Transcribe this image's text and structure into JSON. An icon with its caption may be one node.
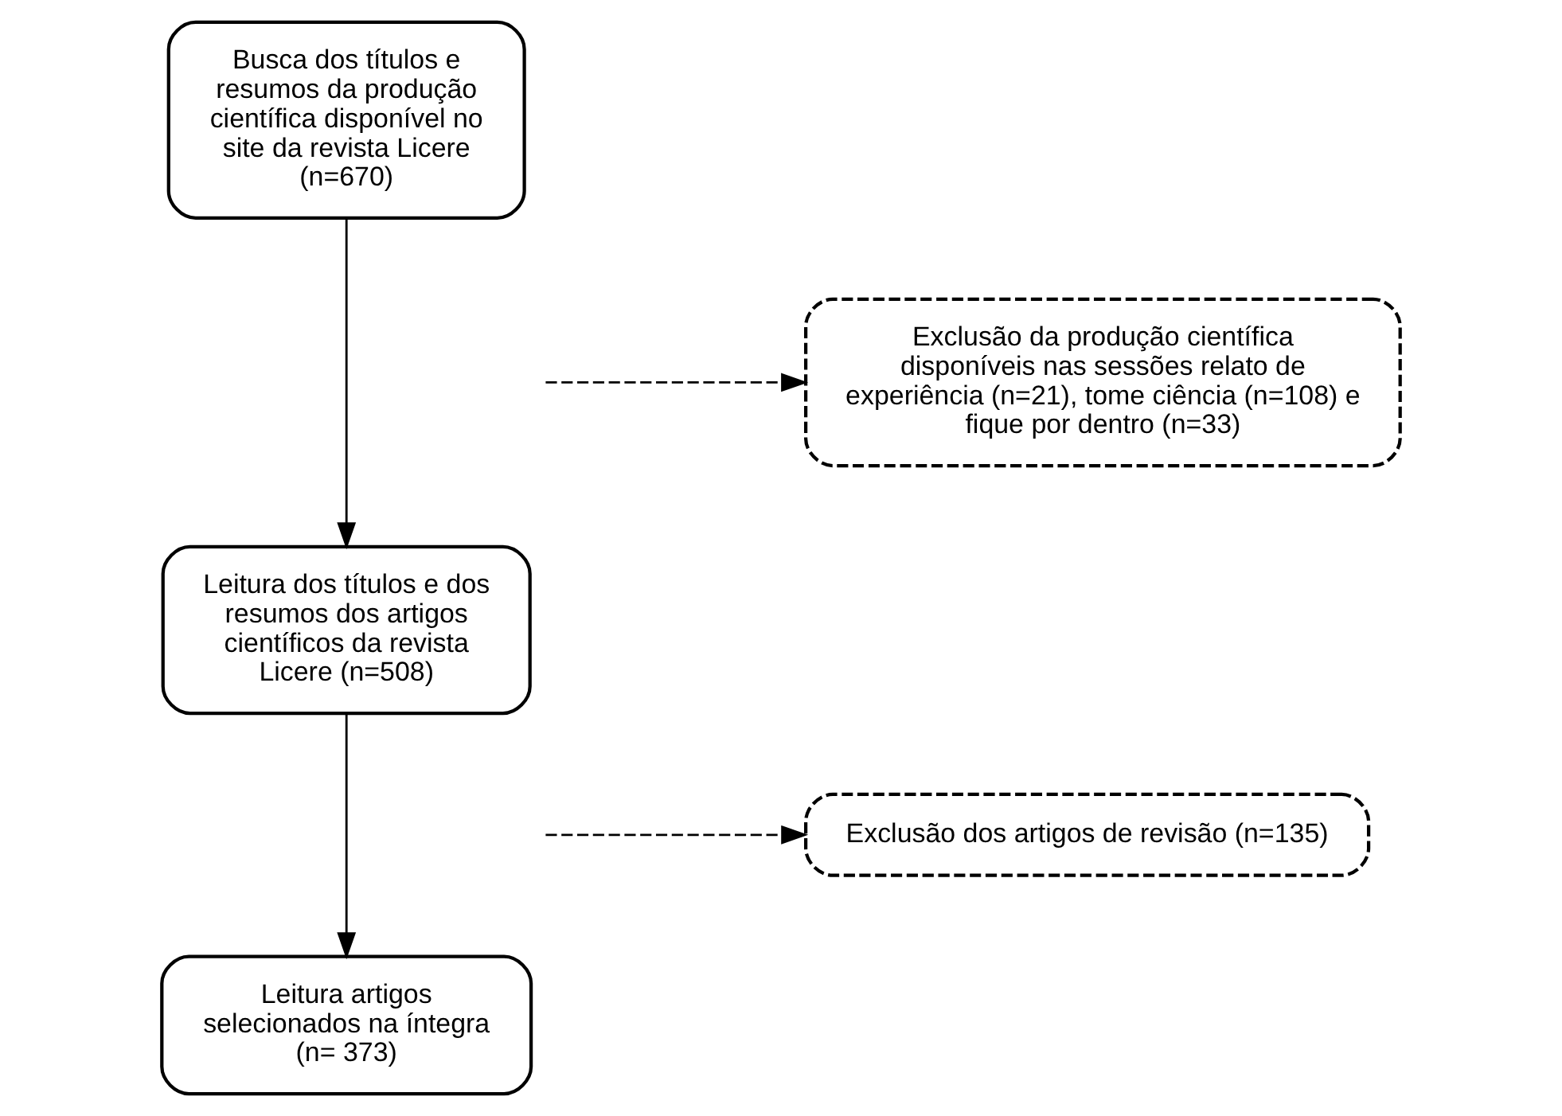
{
  "diagram": {
    "nodes": [
      {
        "text": [
          "Busca dos títulos e resumos da produção científica disponível no site da revista Licere (n=670)"
        ]
      },
      {
        "text": [
          "Exclusão da produção científica disponíveis nas sessões relato de experiência (n=21), tome ciência (n=108) e fique por dentro (n=33)"
        ]
      },
      {
        "text": [
          "Leitura dos títulos e dos resumos dos artigos científicos da revista Licere (n=508)"
        ]
      },
      {
        "text": [
          "Exclusão dos artigos de revisão (n=135)"
        ]
      },
      {
        "text": [
          "Leitura artigos selecionados na íntegra (n= 373)"
        ]
      }
    ],
    "edges": [
      {
        "from": 0,
        "to": 2,
        "arrow": "to"
      },
      {
        "from": null,
        "to": 1,
        "arrow": "to",
        "style": "dashed"
      },
      {
        "from": 2,
        "to": 4,
        "arrow": "to"
      },
      {
        "from": null,
        "to": 3,
        "arrow": "to",
        "style": "dashed"
      }
    ]
  }
}
